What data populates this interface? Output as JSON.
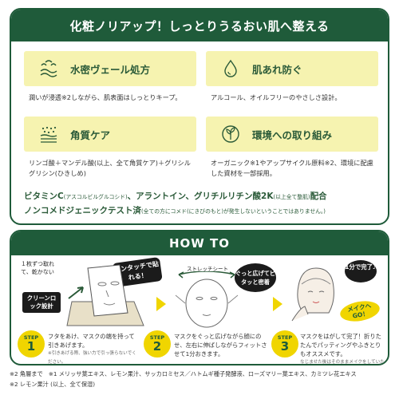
{
  "panel1": {
    "header": "化粧ノリアップ！しっとりうるおい肌へ整える",
    "features": [
      {
        "title": "水密ヴェール処方",
        "desc": "潤いが浸透※2しながら、肌表面はしっとりキープ。",
        "icon": "water-veil-icon"
      },
      {
        "title": "肌あれ防ぐ",
        "desc": "アルコール、オイルフリーのやさしさ設計。",
        "icon": "water-drop-icon"
      },
      {
        "title": "角質ケア",
        "desc": "リンゴ酸＋マンデル酸(以上、全て角質ケア)＋グリシルグリシン(ひきしめ)",
        "icon": "exfoliate-icon"
      },
      {
        "title": "環境への取り組み",
        "desc": "オーガニック※1やアップサイクル原料※2、環境に配慮した資材を一部採用。",
        "icon": "eco-globe-icon"
      }
    ],
    "vit_line1_a": "ビタミンC",
    "vit_line1_b": "(アスコルビルグルコシド)",
    "vit_line1_c": "、アラントイン、グリチルリチン酸2K",
    "vit_line1_d": "(以上全て整肌)",
    "vit_line1_e": "配合",
    "vit_line2_a": "ノンコメドジェニックテスト済",
    "vit_line2_b": "(全ての方にコメド(にきびのもと)が発生しないということではありません。)"
  },
  "howto": {
    "header": "HOW TO",
    "note_top": "１枚ずつ取れて、乾かない",
    "clean_lock": "クリーンロック設計",
    "bubble_one_touch": "ワンタッチで貼れる！",
    "stretch_sheet": "ストレッチシート",
    "bubble_fit": "ぐっと広げてピタッと密着",
    "bubble_time": "1分で完了♪",
    "bubble_makeup": "メイクへGO！",
    "steps": [
      {
        "label": "STEP",
        "num": "1",
        "text": "フタをあけ、マスクの端を持って引きあげます。",
        "note": "※引きあげる際、強い力で引っ張らないでください。"
      },
      {
        "label": "STEP",
        "num": "2",
        "text": "マスクをぐっと広げながら顔にのせ、左右に伸ばしながらフィットさせて1分おきます。",
        "note": ""
      },
      {
        "label": "STEP",
        "num": "3",
        "text": "マスクをはがして完了！折りたたんでパッティングやふきとりもオススメです。",
        "note": "なじませた後はそのままメイクをしていただけます。"
      }
    ]
  },
  "footnotes": {
    "line1": "※2 角層まで　※1 メリッサ葉エキス、レモン果汁、サッカロミセス／ハトムギ種子発酵液、ローズマリー葉エキス、カミツレ花エキス",
    "line2": "※2 レモン果汁 (以上、全て保湿)"
  },
  "colors": {
    "green": "#1f5b3a",
    "yellow_box": "#f6f3b0",
    "step_yellow": "#f0d500"
  }
}
